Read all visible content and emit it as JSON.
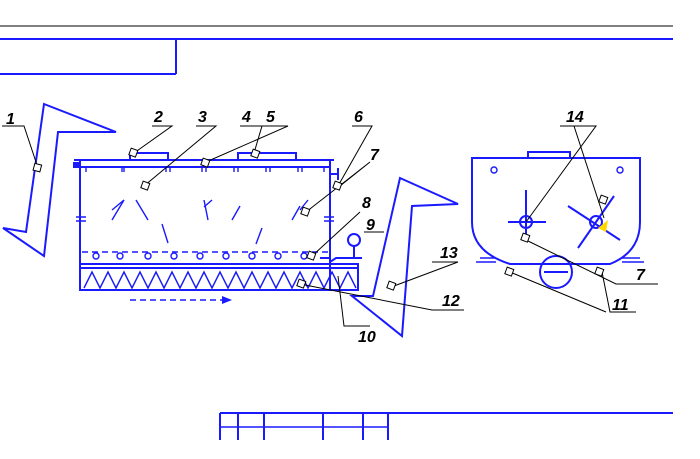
{
  "colors": {
    "drawing": "#1a1aff",
    "leader": "#000000",
    "accent": "#ffd800"
  },
  "callouts": [
    "1",
    "2",
    "3",
    "4",
    "5",
    "6",
    "7",
    "8",
    "9",
    "10",
    "12",
    "13",
    "14",
    "7",
    "11"
  ]
}
